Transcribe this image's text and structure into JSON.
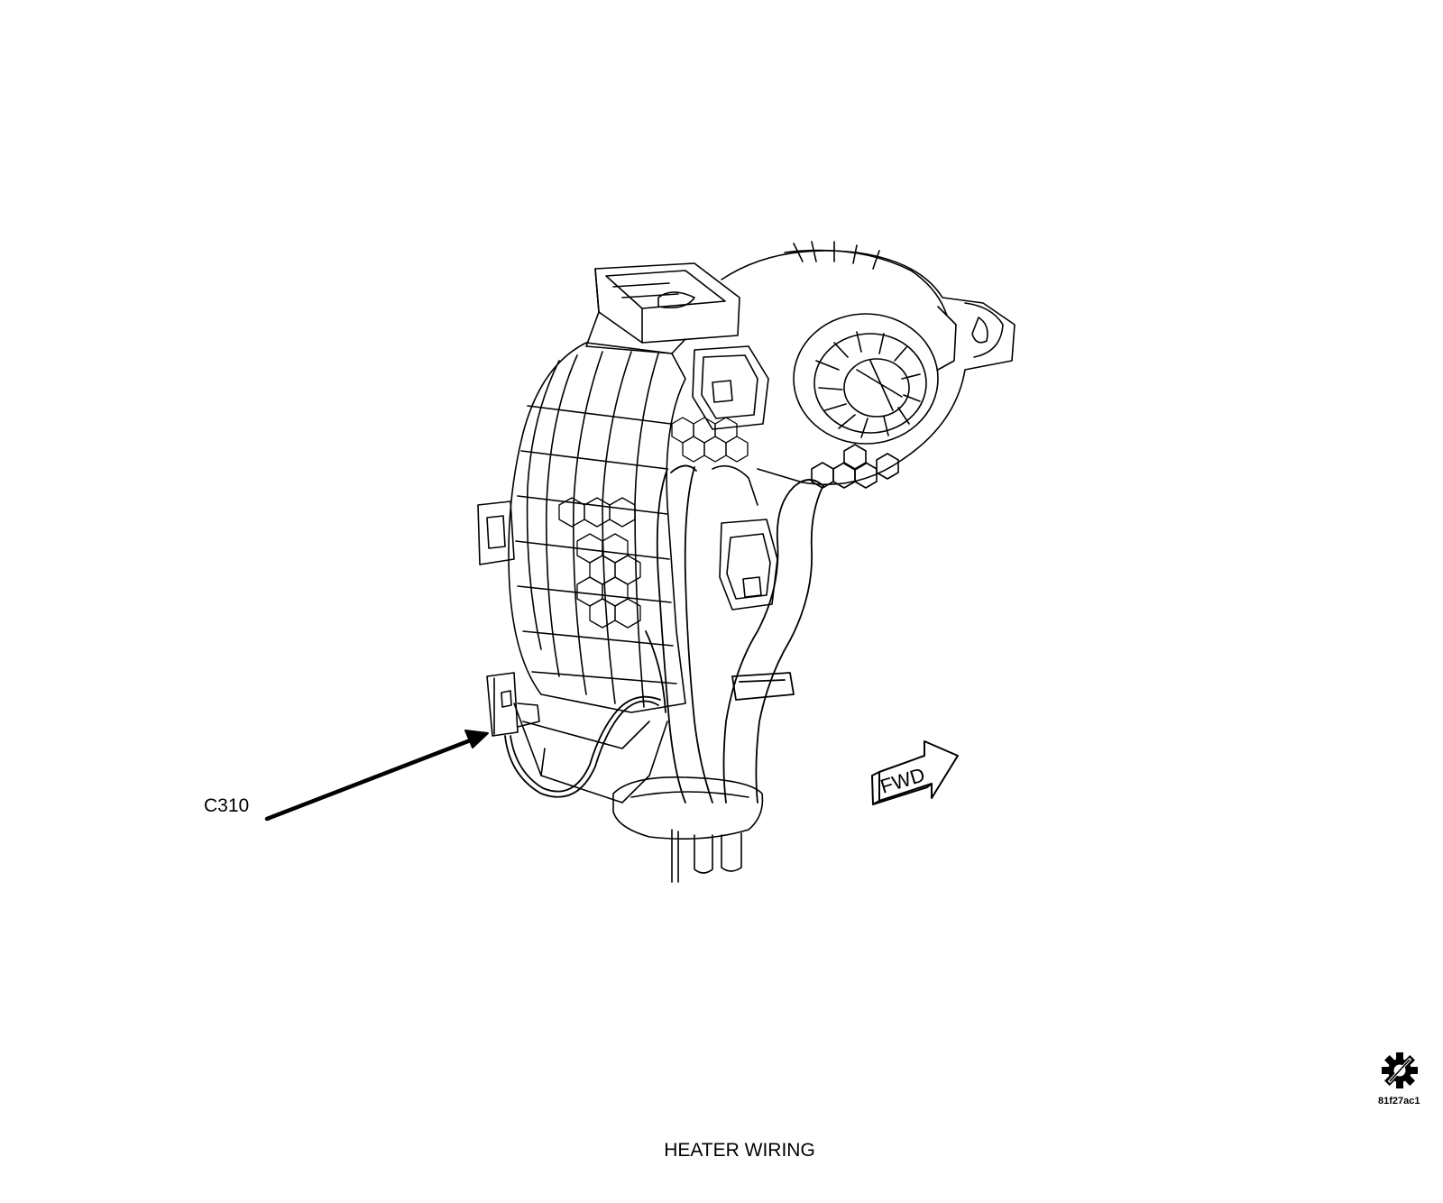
{
  "diagram": {
    "caption": "HEATER WIRING",
    "callout": {
      "label": "C310"
    },
    "direction_marker": {
      "label": "FWD"
    },
    "reference": {
      "code": "81f27ac1",
      "icon": "gear-slash-icon"
    },
    "colors": {
      "line": "#000000",
      "background": "#ffffff"
    }
  }
}
